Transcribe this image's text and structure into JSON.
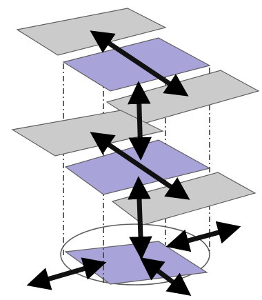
{
  "colors": {
    "background": "#ffffff",
    "gray_plane_fill": "#cbcbcb",
    "purple_plane_fill": "#a8a3d8",
    "plane_edge": "#5f5f5f",
    "dash_line": "#3a3a3a",
    "arrow": "#111111",
    "base_ellipse_fill": "#ffffff"
  },
  "diagram": {
    "planes": [
      {
        "id": "gray-top-left",
        "shade": "gray"
      },
      {
        "id": "purple-top",
        "shade": "purple"
      },
      {
        "id": "gray-top-right",
        "shade": "gray"
      },
      {
        "id": "gray-middle-left",
        "shade": "gray"
      },
      {
        "id": "purple-middle",
        "shade": "purple"
      },
      {
        "id": "gray-middle-right",
        "shade": "gray"
      },
      {
        "id": "purple-base",
        "shade": "purple"
      }
    ],
    "arrows": [
      {
        "id": "arrow-top-left-to-right"
      },
      {
        "id": "arrow-top-to-middle"
      },
      {
        "id": "arrow-middle-left-to-right"
      },
      {
        "id": "arrow-middle-to-base"
      },
      {
        "id": "arrow-base-right"
      },
      {
        "id": "arrow-base-left"
      },
      {
        "id": "arrow-base-down"
      }
    ],
    "icons": {
      "plane": "square-plane-icon",
      "arrow": "double-headed-arrow-icon",
      "cylinder": "dashed-cylinder-icon"
    }
  }
}
